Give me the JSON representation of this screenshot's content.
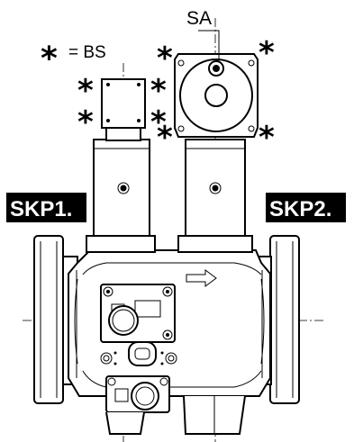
{
  "labels": {
    "sa": "SA",
    "bs_legend": "= BS",
    "skp1": "SKP1.",
    "skp2": "SKP2."
  },
  "symbols": {
    "asterisk": "*"
  },
  "colors": {
    "line": "#000000",
    "tag_background": "#000000",
    "tag_text": "#ffffff"
  }
}
